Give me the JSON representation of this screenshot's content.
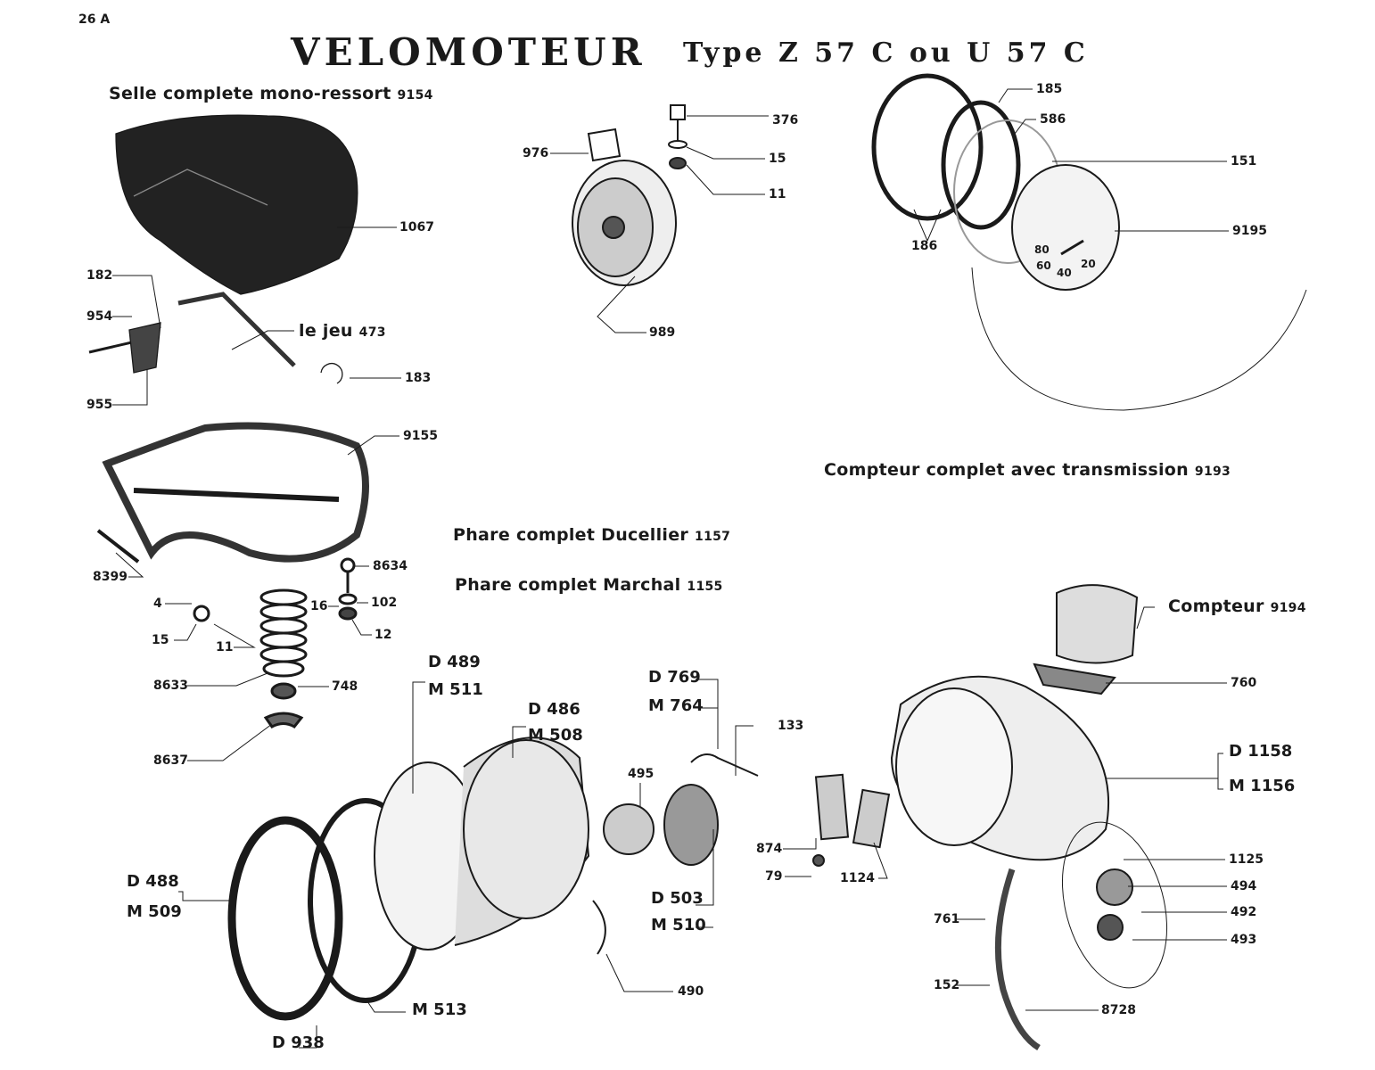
{
  "page_number": "26 A",
  "title": "VELOMOTEUR",
  "subtitle": "Type Z 57 C ou U 57 C",
  "captions": {
    "saddle": "Selle complete mono-ressort",
    "saddle_ref": "9154",
    "set": "le jeu",
    "set_ref": "473",
    "speedo_full": "Compteur complet avec transmission",
    "speedo_full_ref": "9193",
    "phare_d": "Phare complet Ducellier",
    "phare_d_ref": "1157",
    "phare_m": "Phare complet Marchal",
    "phare_m_ref": "1155",
    "compteur": "Compteur",
    "compteur_ref": "9194"
  },
  "callouts": [
    "1067",
    "182",
    "954",
    "955",
    "183",
    "9155",
    "8399",
    "8634",
    "102",
    "16",
    "12",
    "4",
    "15",
    "11",
    "8633",
    "748",
    "8637",
    "976",
    "376",
    "15",
    "11",
    "989",
    "185",
    "586",
    "151",
    "9195",
    "186",
    "D 489",
    "M 511",
    "D 486",
    "M 508",
    "D 769",
    "M 764",
    "133",
    "495",
    "874",
    "79",
    "1124",
    "D 488",
    "M 509",
    "D 503",
    "M 510",
    "490",
    "M 513",
    "D 938",
    "760",
    "D 1158",
    "M 1156",
    "1125",
    "494",
    "492",
    "493",
    "761",
    "152",
    "8728"
  ],
  "speedo_dial": [
    "80",
    "60",
    "40",
    "20"
  ]
}
